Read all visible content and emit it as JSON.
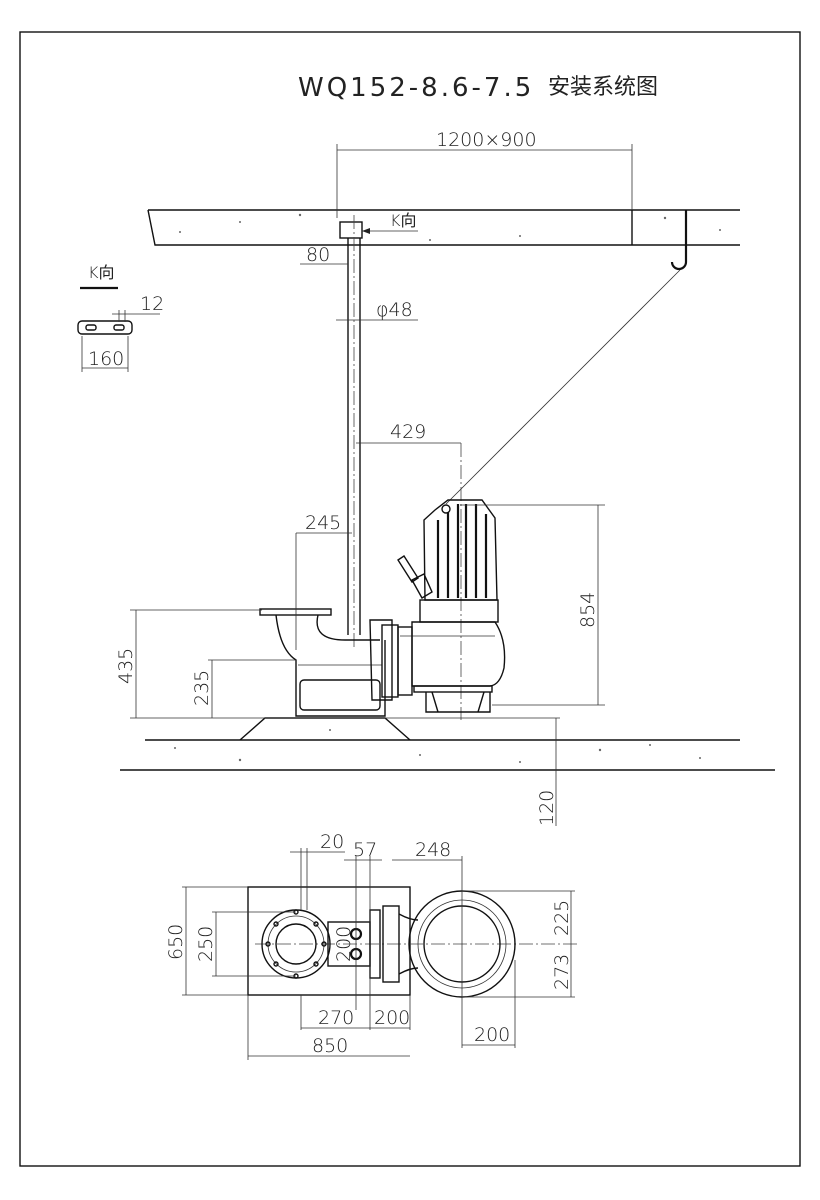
{
  "title": {
    "model": "WQ152-8.6-7.5",
    "caption": "安装系统图"
  },
  "elevation": {
    "span": "1200×900",
    "k_view": "K向",
    "bracket_offset": "80",
    "pipe_dia": "φ48",
    "pump_offset": "429",
    "elbow_offset": "245",
    "pump_height": "854",
    "outlet_height": "435",
    "base_height": "235",
    "pad_depth": "120"
  },
  "k_detail": {
    "label": "K向",
    "slot": "12",
    "width": "160"
  },
  "plan": {
    "d20": "20",
    "d57": "57",
    "d248": "248",
    "d650": "650",
    "d250": "250",
    "d200_mid": "200",
    "d225": "225",
    "d273": "273",
    "d270": "270",
    "d200_a": "200",
    "d850": "850",
    "d200_b": "200"
  }
}
